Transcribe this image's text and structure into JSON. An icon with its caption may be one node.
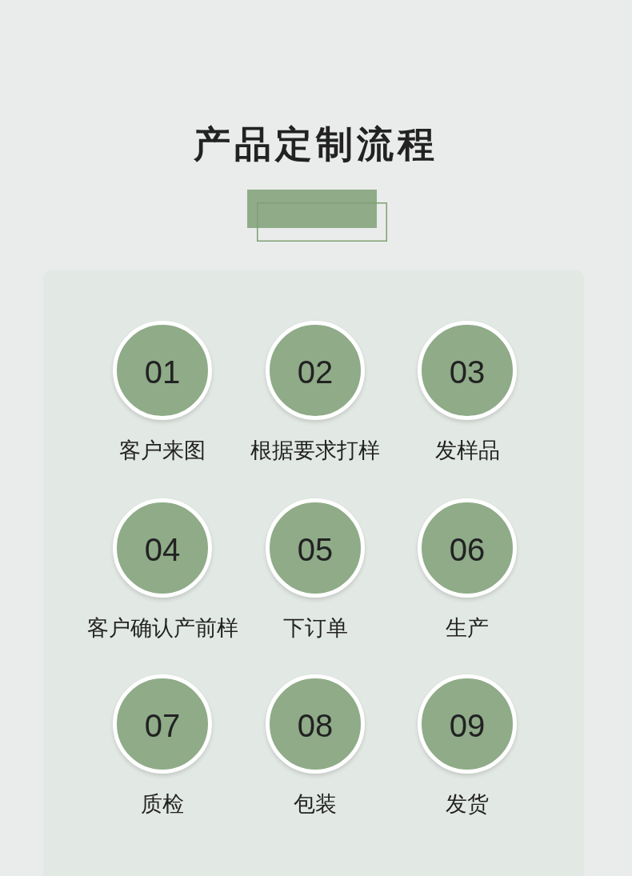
{
  "diagram": {
    "title": "产品定制流程",
    "nodes": [
      {
        "text": [
          "01"
        ],
        "beside": [
          "客户来图"
        ]
      },
      {
        "text": [
          "02"
        ],
        "beside": [
          "根据要求打样"
        ]
      },
      {
        "text": [
          "03"
        ],
        "beside": [
          "发样品"
        ]
      },
      {
        "text": [
          "04"
        ],
        "beside": [
          "客户确认产前样"
        ]
      },
      {
        "text": [
          "05"
        ],
        "beside": [
          "下订单"
        ]
      },
      {
        "text": [
          "06"
        ],
        "beside": [
          "生产"
        ]
      },
      {
        "text": [
          "07"
        ],
        "beside": [
          "质检"
        ]
      },
      {
        "text": [
          "08"
        ],
        "beside": [
          "包装"
        ]
      },
      {
        "text": [
          "09"
        ],
        "beside": [
          "发货"
        ]
      }
    ]
  }
}
